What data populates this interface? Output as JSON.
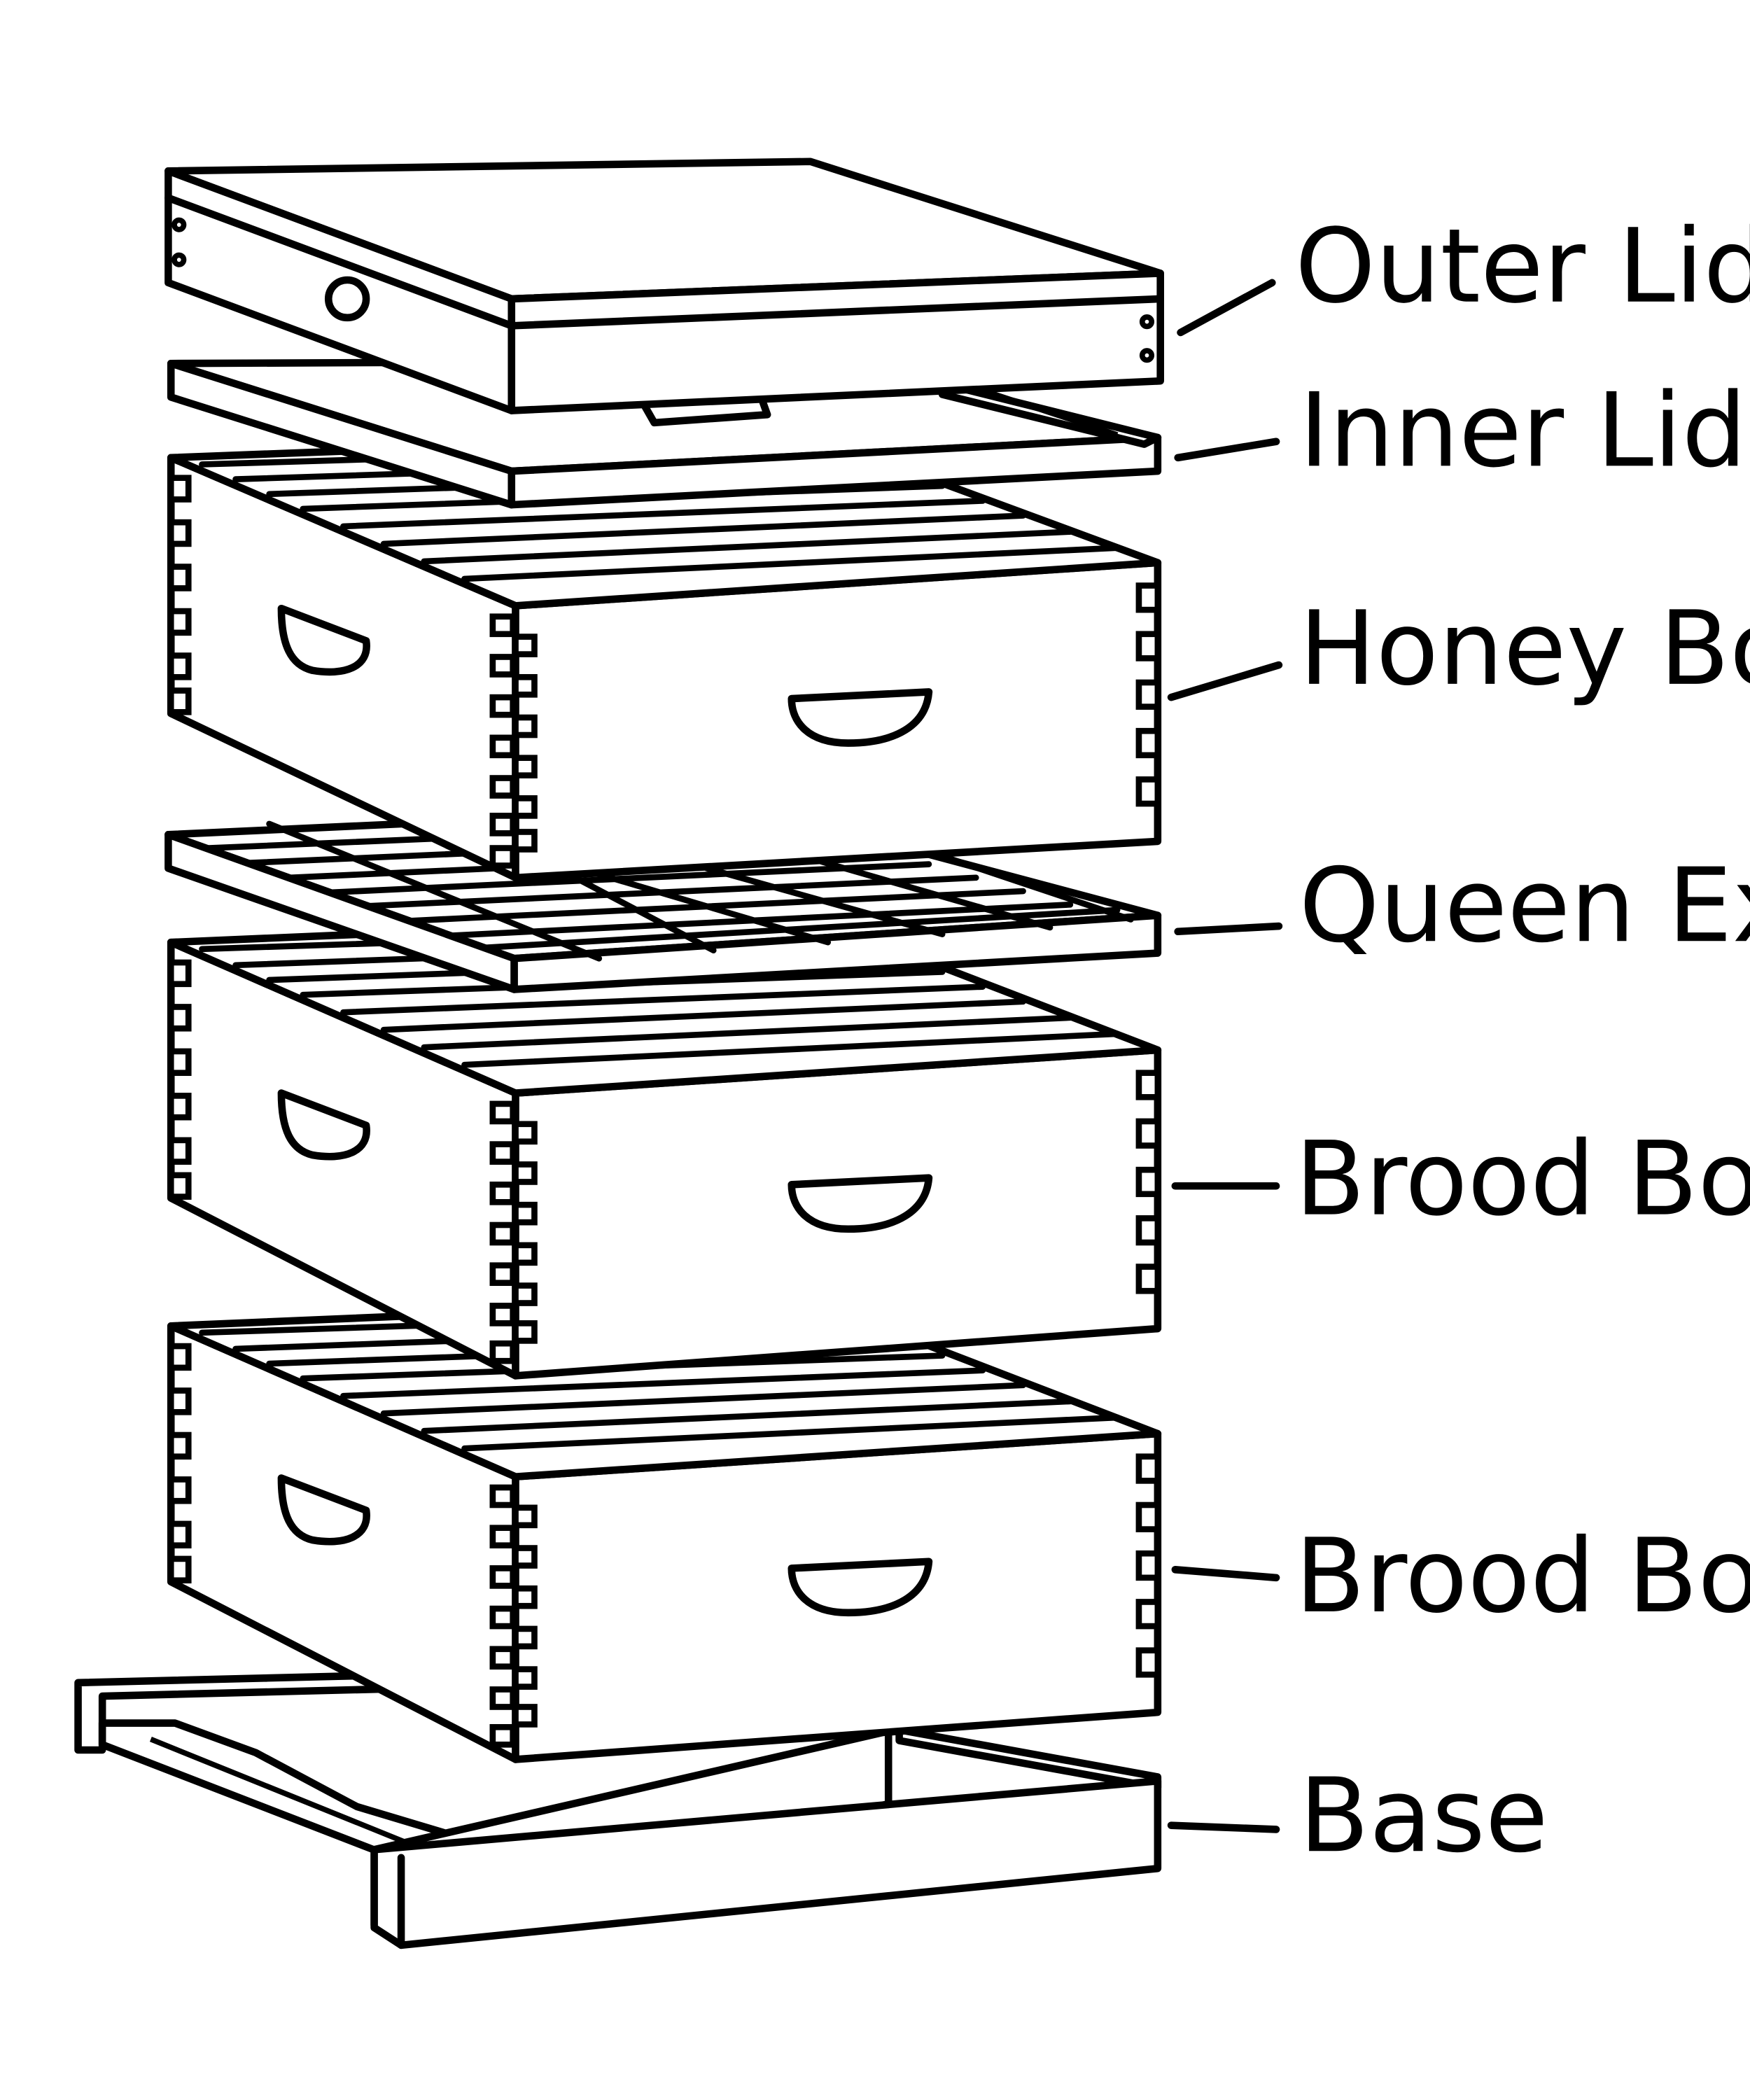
{
  "diagram": {
    "labels": {
      "outer_lid": "Outer Lid",
      "inner_lid": "Inner Lid",
      "honey_box": "Honey Box",
      "queen_excluder": "Queen Excluder",
      "brood_box_upper": "Brood Box",
      "brood_box_lower": "Brood Box",
      "base": "Base"
    },
    "colors": {
      "stroke": "#000000",
      "fill": "#ffffff"
    }
  }
}
